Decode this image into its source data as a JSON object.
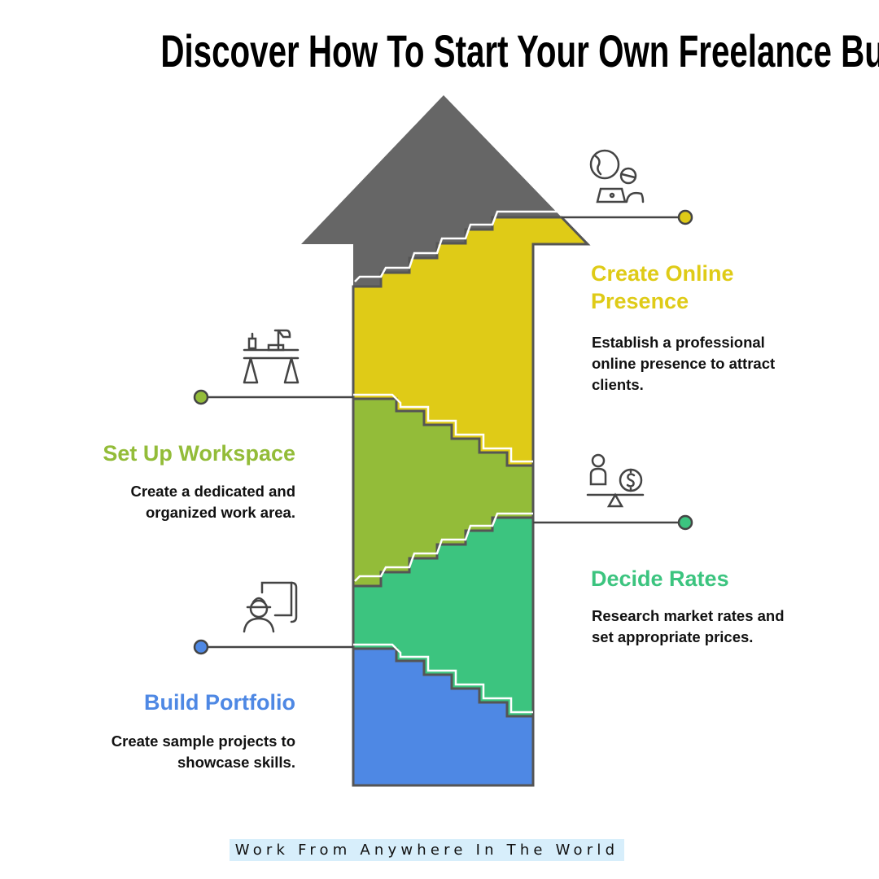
{
  "title": "Discover How To Start Your Own Freelance Business",
  "colors": {
    "arrow": "#666666",
    "yellow": "#DFCB17",
    "green": "#93BC39",
    "teal": "#3CC47F",
    "blue": "#4E88E4"
  },
  "steps": [
    {
      "heading": "Create Online Presence",
      "heading_line1": "Create Online",
      "heading_line2": "Presence",
      "description_line1": "Establish a professional",
      "description_line2": "online presence to attract",
      "description_line3": "clients.",
      "icon": "globe-laptop-icon",
      "color": "#DFCB17"
    },
    {
      "heading": "Set Up Workspace",
      "description_line1": "Create a dedicated and",
      "description_line2": "organized work area.",
      "icon": "desk-workspace-icon",
      "color": "#93BC39"
    },
    {
      "heading": "Decide Rates",
      "description_line1": "Research market rates and",
      "description_line2": "set appropriate prices.",
      "icon": "person-dollar-scale-icon",
      "color": "#3CC47F"
    },
    {
      "heading": "Build Portfolio",
      "description_line1": "Create sample projects to",
      "description_line2": "showcase skills.",
      "icon": "engineer-blueprint-icon",
      "color": "#4E88E4"
    }
  ],
  "footer": "Work From Anywhere In The World"
}
